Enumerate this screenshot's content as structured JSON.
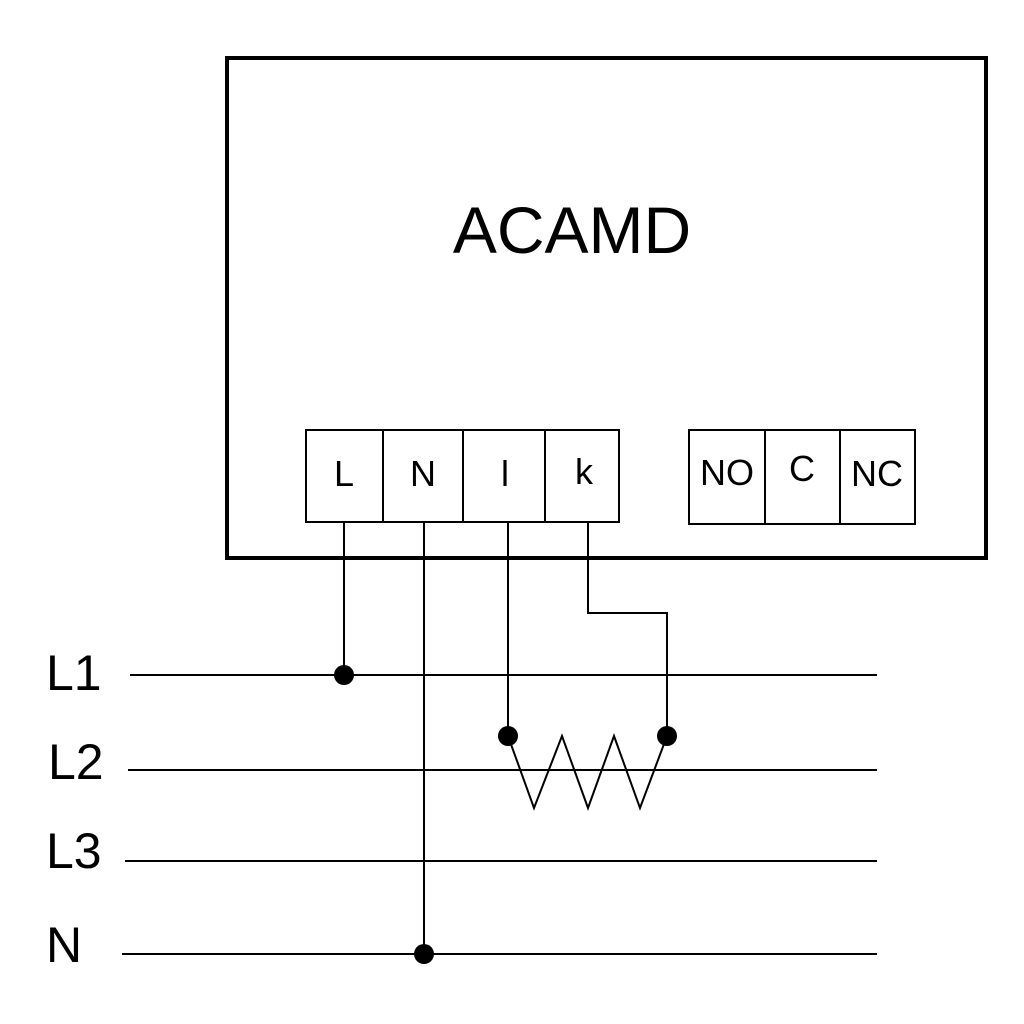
{
  "device": {
    "name": "ACAMD"
  },
  "terminals": {
    "input": [
      "L",
      "N",
      "l",
      "k"
    ],
    "relay": [
      "NO",
      "C",
      "NC"
    ]
  },
  "bus_lines": [
    "L1",
    "L2",
    "L3",
    "N"
  ],
  "colors": {
    "stroke": "#000000",
    "background": "#ffffff"
  }
}
